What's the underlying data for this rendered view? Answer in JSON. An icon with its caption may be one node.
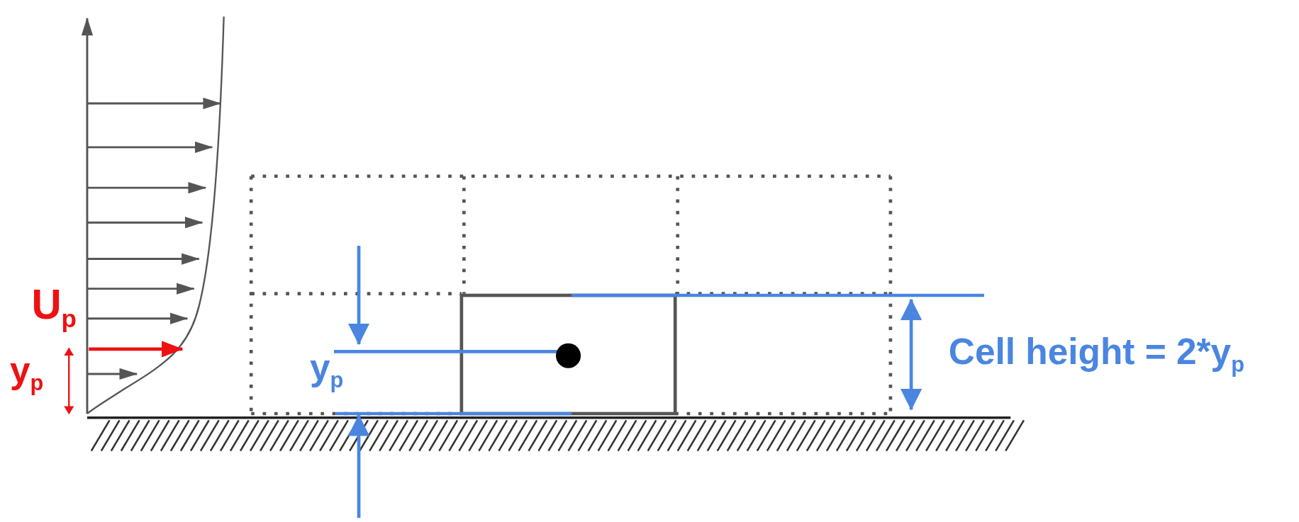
{
  "diagram": {
    "labels": [
      "U$_{p}$",
      "y$_{p}$",
      "y$_{p}$",
      "Cell height = 2*y$_{p}$"
    ]
  }
}
